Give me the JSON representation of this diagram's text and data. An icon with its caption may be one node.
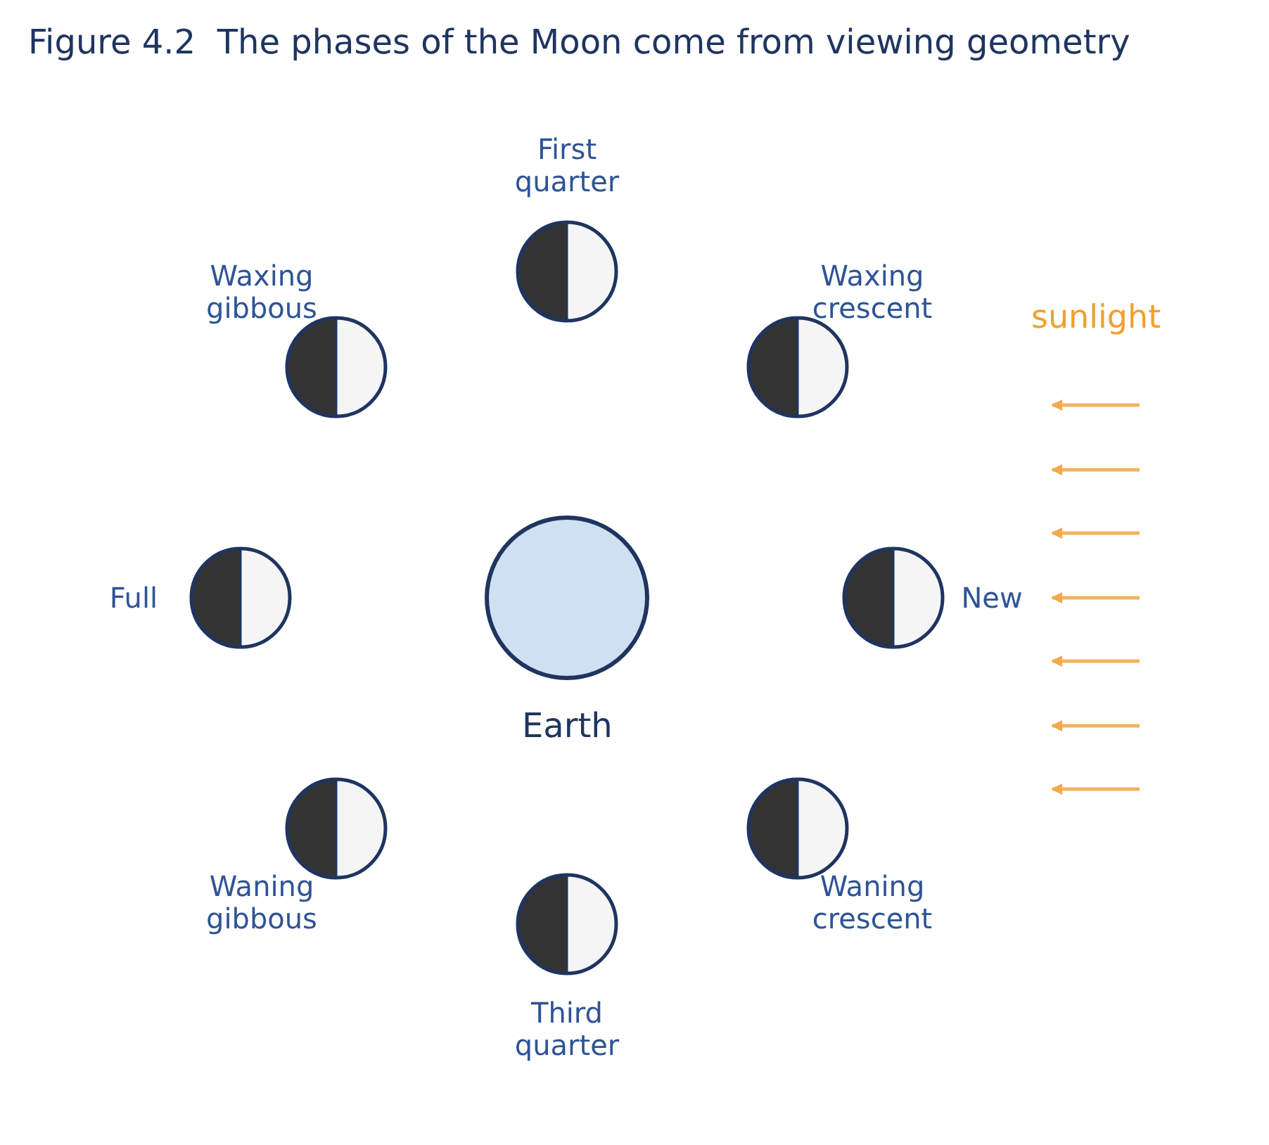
{
  "diagram": {
    "title": "Figure 4.2  The phases of the Moon come from viewing geometry",
    "nodes": [
      {
        "text": [
          "First quarter"
        ]
      },
      {
        "text": [
          "Waxing gibbous"
        ]
      },
      {
        "text": [
          "Waxing crescent"
        ]
      },
      {
        "text": [
          "Full"
        ]
      },
      {
        "text": [
          "Earth"
        ]
      },
      {
        "text": [
          "New"
        ]
      },
      {
        "text": [
          "Waning gibbous"
        ]
      },
      {
        "text": [
          "Waning crescent"
        ]
      },
      {
        "text": [
          "Third quarter"
        ]
      }
    ],
    "labels": [
      "sunlight"
    ]
  }
}
